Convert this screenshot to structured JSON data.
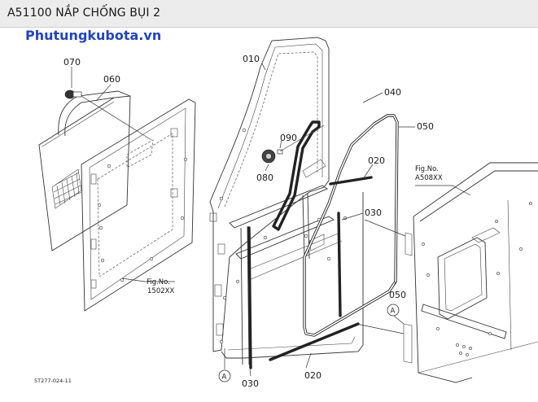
{
  "header": {
    "title": "A51100 NẮP CHỐNG BỤI 2"
  },
  "watermark": {
    "text": "Phutungkubota.vn",
    "color": "#1f43c9"
  },
  "parts": [
    {
      "id": "070",
      "label": "070"
    },
    {
      "id": "060",
      "label": "060"
    },
    {
      "id": "010",
      "label": "010"
    },
    {
      "id": "040",
      "label": "040"
    },
    {
      "id": "050",
      "label": "050"
    },
    {
      "id": "090",
      "label": "090"
    },
    {
      "id": "080",
      "label": "080"
    },
    {
      "id": "020",
      "label": "020"
    },
    {
      "id": "030",
      "label": "030"
    },
    {
      "id": "050b",
      "label": "050"
    },
    {
      "id": "030b",
      "label": "030"
    },
    {
      "id": "020b",
      "label": "020"
    }
  ],
  "figure_refs": [
    {
      "id": "fig-1502",
      "prefix": "Fig.No.",
      "number": "1502XX"
    },
    {
      "id": "fig-a508",
      "prefix": "Fig.No.",
      "number": "A508XX"
    }
  ],
  "section_markers": [
    {
      "id": "marker-left",
      "letter": "A"
    },
    {
      "id": "marker-right",
      "letter": "A"
    }
  ],
  "drawing_code": "5T277-024-11"
}
